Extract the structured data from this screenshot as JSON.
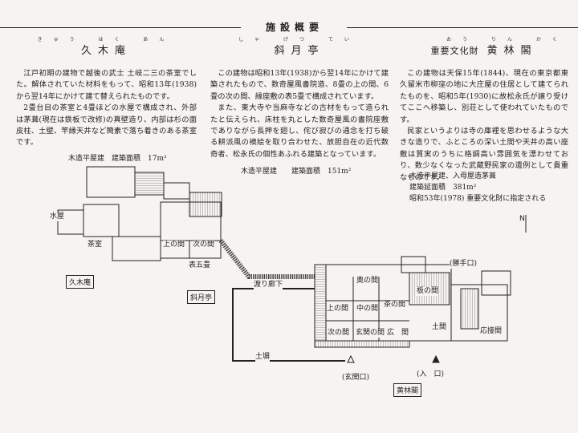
{
  "header": {
    "title": "施設概要"
  },
  "columns": {
    "kyuhakuan": {
      "ruby": "きゅう はく あん",
      "name": "久木庵",
      "body_1": "江戸初期の建物で越後の武士 土岐二三の茶室でした。解体されていた材料をもって、昭和13年(1938)から翌14年にかけて建て替えられたものです。",
      "body_2": "2畳台目の茶室と4畳ほどの水屋で構成され、外部は茅葺(現在は鉄板で改修)の真壁造り、内部は杉の面皮柱、土壁、竿縁天井など簡素で落ち着きのある茶室です。",
      "spec": "木造平屋建　建築面積　17m²"
    },
    "shagetsutei": {
      "ruby": "しゃ げつ てい",
      "name": "斜月亭",
      "body_1": "この建物は昭和13年(1938)から翌14年にかけて建築されたもので、数奇屋風書院造、8畳の上の間、6畳の次の間、縁座敷の表5畳で構成されています。",
      "body_2": "また、東大寺や当麻寺などの古材をもって造られたと伝えられ、床柱を丸とした数奇屋風の書院座敷でありながら長押を廻し、侘び寂びの通念を打ち破る耕派風の襖絵を取り合わせた、放胆自在の近代数奇者、松永氏の個性あふれる建築となっています。",
      "spec": "木造平屋建　　建築面積　151m²"
    },
    "korinkaku": {
      "prefix": "重要文化財",
      "ruby": "おう りん かく",
      "name": "黄林閣",
      "body_1": "この建物は天保15年(1844)、現在の東京都東久留米市柳窪の地に大庄屋の住居として建てられたものを、昭和5年(1930)に故松永氏が譲り受けてここへ移築し、別荘として使われていたものです。",
      "body_2": "民家というよりは寺の庫裡を思わせるような大きな造りで、ふところの深い土間や天井の高い座敷は質実のうちに格調高い雰囲気を漂わせており、数少なくなった武蔵野民家の遺例として貴重なものです。",
      "spec_1": "木造平屋建、入母屋造茅葺",
      "spec_2": "建築延面積　381m²",
      "spec_3": "昭和53年(1978) 重要文化財に指定される"
    }
  },
  "plan_labels": {
    "mizuya": "水屋",
    "chashitsu": "茶室",
    "kamino_ma_1": "上の間",
    "tsugino_ma_1": "次の間",
    "omote_gojo": "表五畳",
    "watari_roka": "渡り廊下",
    "dobei": "土塀",
    "okuno_ma": "奥の間",
    "kamino_ma_2": "上の間",
    "nakano_ma": "中の間",
    "chano_ma": "茶の間",
    "itano_ma": "板の間",
    "tsugino_ma_2": "次の間",
    "genkanno_ma": "玄関の間",
    "hiroma": "広　間",
    "doma": "土間",
    "osetsuma": "応接間",
    "katteguchi": "(勝手口)",
    "genkanguchi": "(玄関口)",
    "iriguchi": "(入　口)",
    "kyuhakuan_box": "久木庵",
    "shagetsutei_box": "斜月亭",
    "korinkaku_box": "黄林閣",
    "north": "N"
  }
}
